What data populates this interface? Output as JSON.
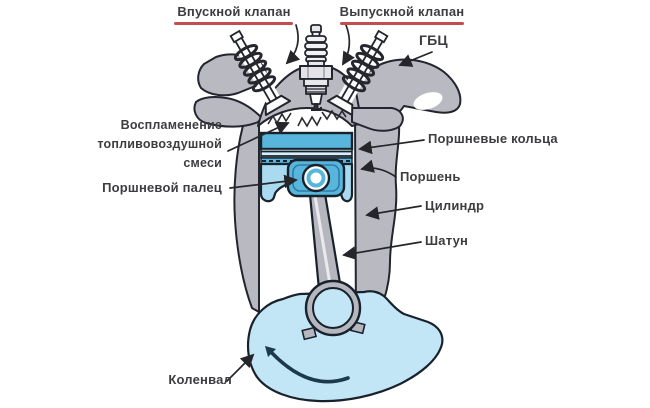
{
  "figure": {
    "type": "engine-cylinder-cross-section-diagram",
    "labels": {
      "intake_valve": "Впускной клапан",
      "exhaust_valve": "Выпускной клапан",
      "head": "ГБЦ",
      "ignition_line1": "Воспламенение",
      "ignition_line2": "топливовоздушной",
      "ignition_line3": "смеси",
      "piston_pin": "Поршневой палец",
      "piston_rings": "Поршневые кольца",
      "piston": "Поршень",
      "cylinder": "Цилиндр",
      "connecting_rod": "Шатун",
      "crankshaft": "Коленвал"
    },
    "colors": {
      "label_text": "#3d3d40",
      "red_underline": "#c0504d",
      "metal_gray": "#b9bac1",
      "outline_dark": "#23252e",
      "piston_light_blue": "#a9daf0",
      "piston_medium_blue": "#58b6dc",
      "crank_light_blue": "#c3e6f7",
      "rotation_arrow": "#1c3a4a"
    }
  }
}
